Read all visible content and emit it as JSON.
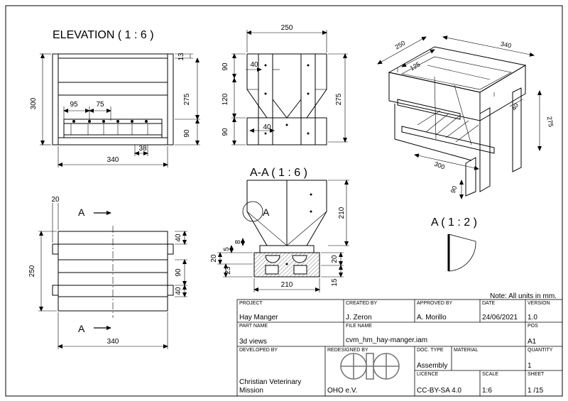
{
  "views": {
    "elevation_title": "ELEVATION ( 1 : 6 )",
    "section_title": "A-A ( 1 : 6 )",
    "detail_title": "A ( 1 : 2 )",
    "section_marker": "A",
    "detail_marker": "A"
  },
  "dims": {
    "elev_width": "340",
    "elev_height": "300",
    "elev_top": "13",
    "elev_right": "275",
    "elev_bottom": "90",
    "elev_95": "95",
    "elev_75": "75",
    "elev_38": "38",
    "side_width": "250",
    "side_40_top": "40",
    "side_90": "90",
    "side_120": "120",
    "side_90_low": "90",
    "side_40_low": "40",
    "side_275": "275",
    "plan_20": "20",
    "plan_250": "250",
    "plan_40a": "40",
    "plan_90": "90",
    "plan_40b": "40",
    "plan_340": "340",
    "sec_210_right": "210",
    "sec_8": "8",
    "sec_5": "5",
    "sec_20_left": "20",
    "sec_23": "23",
    "sec_20_right": "20",
    "sec_15": "15",
    "sec_210_bottom": "210",
    "iso_250": "250",
    "iso_340": "340",
    "iso_125": "125",
    "iso_40": "40",
    "iso_275": "275",
    "iso_300": "300",
    "iso_90": "90"
  },
  "note": "Note: All units in mm.",
  "title_block": {
    "project_label": "PROJECT",
    "project_value": "Hay Manger",
    "created_label": "CREATED BY",
    "created_value": "J. Zeron",
    "approved_label": "APPROVED BY",
    "approved_value": "A. Morillo",
    "date_label": "DATE",
    "date_value": "24/06/2021",
    "version_label": "VERSION",
    "version_value": "1.0",
    "partname_label": "PART NAME",
    "partname_value": "3d views",
    "filename_label": "FILE NAME",
    "filename_value": "cvm_hm_hay-manger.iam",
    "pos_label": "POS",
    "pos_value": "A1",
    "developed_label": "DEVELOPED BY",
    "developed_value": "Christian Veterinary Mission",
    "redesigned_label": "REDESIGNED BY",
    "redesigned_value": "OHO e.V.",
    "doctype_label": "DOC. TYPE",
    "doctype_value": "Assembly",
    "material_label": "MATERIAL",
    "material_value": "",
    "quantity_label": "QUANTITY",
    "quantity_value": "1",
    "licence_label": "LICENCE",
    "licence_value": "CC-BY-SA 4.0",
    "scale_label": "SCALE",
    "scale_value": "1:6",
    "sheet_label": "SHEET",
    "sheet_value": "1 /15"
  }
}
